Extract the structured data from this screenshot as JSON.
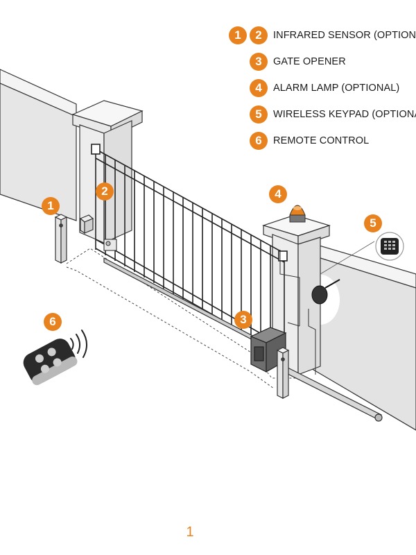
{
  "accent_color": "#e8821e",
  "legend": [
    {
      "numbers": [
        "1",
        "2"
      ],
      "text": "INFRARED SENSOR (OPTIONAL)"
    },
    {
      "numbers": [
        "3"
      ],
      "text": "GATE OPENER"
    },
    {
      "numbers": [
        "4"
      ],
      "text": "ALARM LAMP (OPTIONAL)"
    },
    {
      "numbers": [
        "5"
      ],
      "text": "WIRELESS KEYPAD (OPTIONAL)"
    },
    {
      "numbers": [
        "6"
      ],
      "text": "REMOTE CONTROL"
    }
  ],
  "callouts": {
    "infrared_sensor_left": "1",
    "infrared_sensor_right": "2",
    "gate_opener": "3",
    "alarm_lamp": "4",
    "wireless_keypad": "5",
    "remote_control": "6"
  },
  "page_number": "1"
}
